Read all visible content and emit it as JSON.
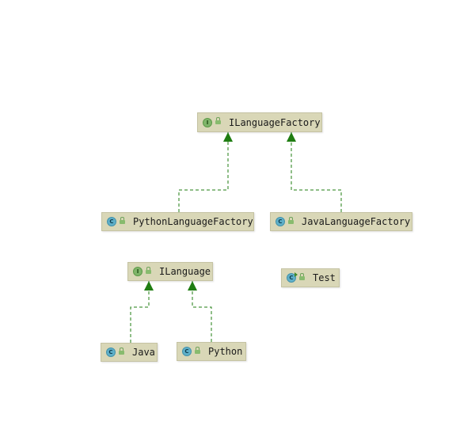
{
  "diagram": {
    "nodes": [
      {
        "id": "ilanguagefactory",
        "kind": "interface",
        "badge": "I",
        "label": "ILanguageFactory"
      },
      {
        "id": "pythonlanguagefactory",
        "kind": "class",
        "badge": "C",
        "label": "PythonLanguageFactory"
      },
      {
        "id": "javalanguagefactory",
        "kind": "class",
        "badge": "C",
        "label": "JavaLanguageFactory"
      },
      {
        "id": "ilanguage",
        "kind": "interface",
        "badge": "I",
        "label": "ILanguage"
      },
      {
        "id": "test",
        "kind": "runnable-class",
        "badge": "C",
        "label": "Test"
      },
      {
        "id": "java",
        "kind": "class",
        "badge": "C",
        "label": "Java"
      },
      {
        "id": "python",
        "kind": "class",
        "badge": "C",
        "label": "Python"
      }
    ],
    "edges": [
      {
        "from": "pythonlanguagefactory",
        "to": "ilanguagefactory",
        "type": "implements"
      },
      {
        "from": "javalanguagefactory",
        "to": "ilanguagefactory",
        "type": "implements"
      },
      {
        "from": "java",
        "to": "ilanguage",
        "type": "implements"
      },
      {
        "from": "python",
        "to": "ilanguage",
        "type": "implements"
      }
    ],
    "colors": {
      "node_fill": "#d9d7b7",
      "edge": "#1f7d12"
    }
  }
}
